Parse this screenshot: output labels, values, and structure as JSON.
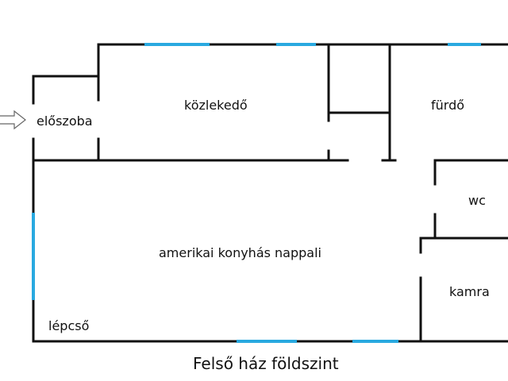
{
  "plan": {
    "title": "Felső ház földszint",
    "rooms": {
      "eloszoba": "előszoba",
      "kozlekedo": "közlekedő",
      "furdo": "fürdő",
      "wc": "wc",
      "nappali": "amerikai konyhás nappali",
      "kamra": "kamra",
      "lepcso": "lépcső"
    },
    "colors": {
      "wall": "#111111",
      "window": "#29a9e0",
      "arrow": "#666666"
    }
  }
}
